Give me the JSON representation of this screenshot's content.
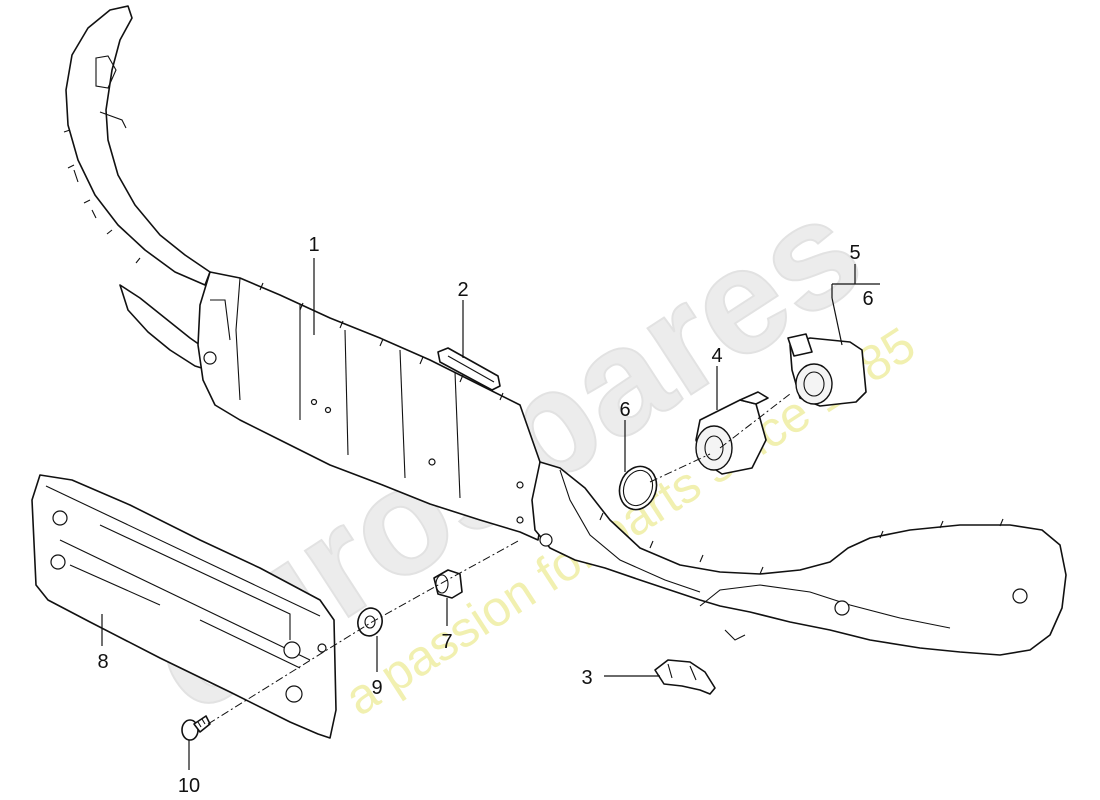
{
  "watermark": {
    "brand": "eurospares",
    "tagline": "a passion for parts since 1985"
  },
  "callouts": [
    {
      "id": "1",
      "label": "1"
    },
    {
      "id": "2",
      "label": "2"
    },
    {
      "id": "3",
      "label": "3"
    },
    {
      "id": "4",
      "label": "4"
    },
    {
      "id": "5",
      "label": "5"
    },
    {
      "id": "6a",
      "label": "6"
    },
    {
      "id": "6b",
      "label": "6"
    },
    {
      "id": "7",
      "label": "7"
    },
    {
      "id": "8",
      "label": "8"
    },
    {
      "id": "9",
      "label": "9"
    },
    {
      "id": "10",
      "label": "10"
    }
  ],
  "colors": {
    "line": "#111111",
    "background": "#ffffff",
    "watermark_main": "#ececec",
    "watermark_tagline": "#f1f0b0"
  }
}
